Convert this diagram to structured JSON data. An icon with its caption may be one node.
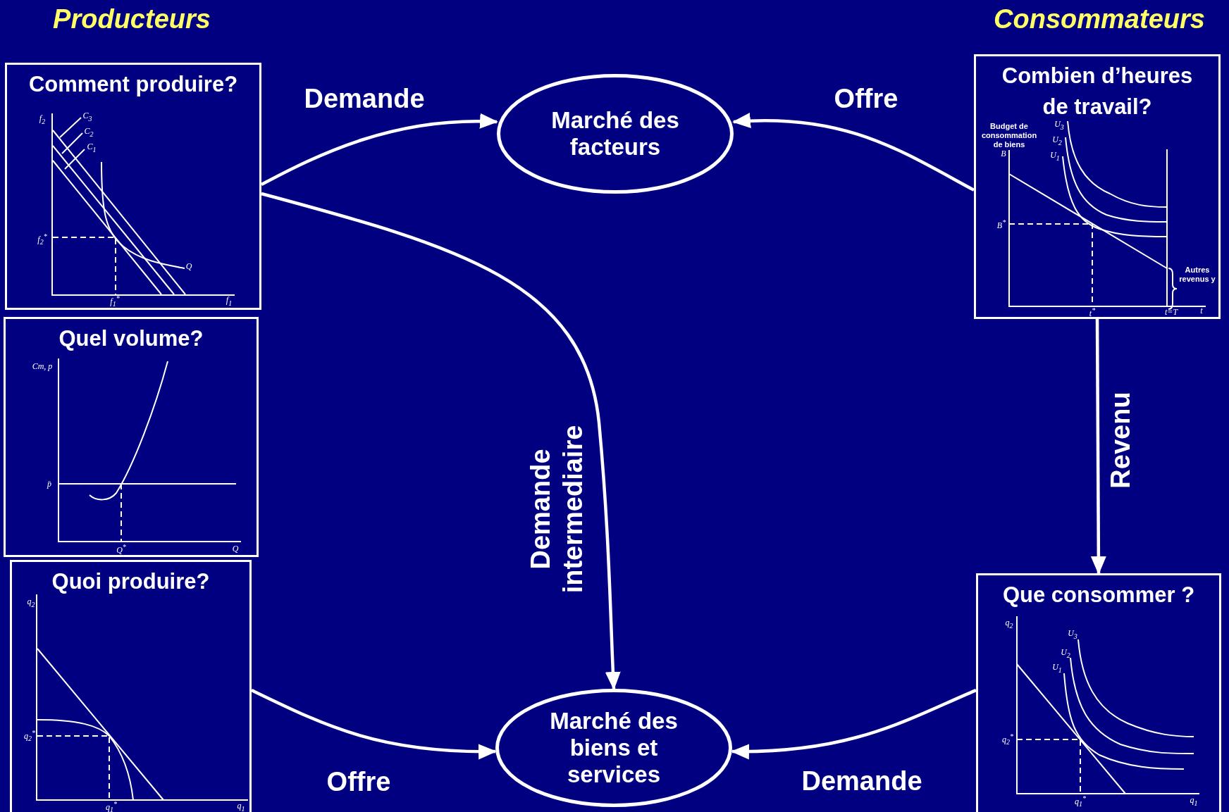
{
  "diagram": {
    "nodes": [
      {
        "text": [
          "Comment produire?",
          "f$_{2}$",
          "C$_{3}$",
          "C$_{2}$",
          "C$_{1}$",
          "f$_{2}$$^{*}$",
          "Q",
          "f$_{1}$$^{*}$",
          "f$_{1}$"
        ]
      },
      {
        "text": [
          "Marché des facteurs"
        ]
      },
      {
        "text": [
          "Combien d’heures de travail?",
          "Budget de consommation de biens",
          "B",
          "U$_{3}$",
          "U$_{2}$",
          "U$_{1}$",
          "B$^{*}$",
          "Autres revenus y",
          "t$^{*}$",
          "t=T",
          "t"
        ]
      },
      {
        "text": [
          "Quel volume?",
          "Cm, p",
          "p̄",
          "Q$^{*}$",
          "Q"
        ]
      },
      {
        "text": [
          "Quoi produire?",
          "q$_{2}$",
          "q$_{2}$$^{*}$",
          "q$_{1}$$^{*}$",
          "q$_{1}$"
        ]
      },
      {
        "text": [
          "Marché des biens et services"
        ]
      },
      {
        "text": [
          "Que consommer ?",
          "q$_{2}$",
          "U$_{3}$",
          "U$_{2}$",
          "U$_{1}$",
          "q$_{2}$$^{*}$",
          "q$_{1}$$^{*}$",
          "q$_{1}$"
        ]
      }
    ],
    "edges": [
      {
        "from": 0,
        "to": 1,
        "arrow": "to",
        "label": "Demande"
      },
      {
        "from": 0,
        "to": 5,
        "arrow": "to",
        "label": "Demande intermediaire"
      },
      {
        "from": 2,
        "to": 1,
        "arrow": "to",
        "label": "Offre"
      },
      {
        "from": 2,
        "to": 6,
        "arrow": "to",
        "label": "Revenu"
      },
      {
        "from": 4,
        "to": 5,
        "arrow": "to",
        "label": "Offre"
      },
      {
        "from": 6,
        "to": 5,
        "arrow": "to",
        "label": "Demande"
      }
    ],
    "labels": [
      "Producteurs",
      "Consommateurs"
    ]
  }
}
